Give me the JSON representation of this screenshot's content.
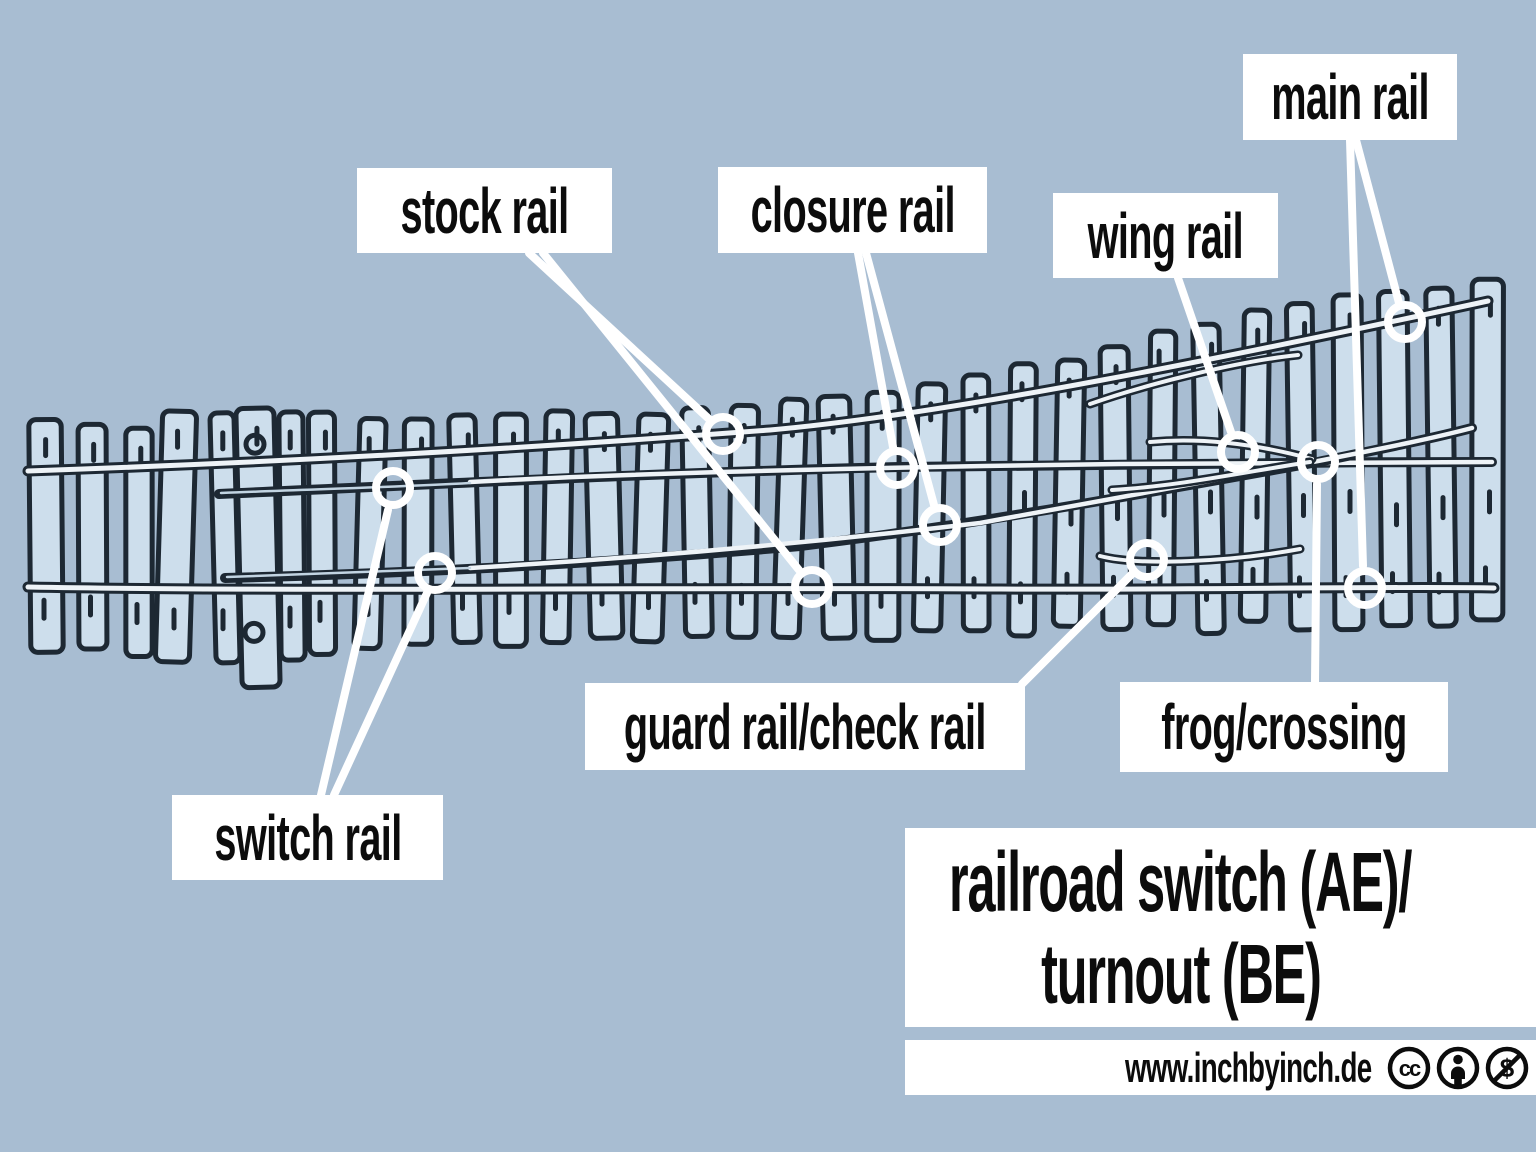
{
  "title": {
    "line1": "railroad switch (AE)/",
    "line2": "turnout (BE)"
  },
  "footer": {
    "url": "www.inchbyinch.de",
    "license_icons": [
      "cc-icon",
      "attribution-icon",
      "noncommercial-icon"
    ]
  },
  "diagram": {
    "subject": "railroad turnout top view, hand-drawn",
    "labels": [
      {
        "id": "main-rail",
        "text": "main rail"
      },
      {
        "id": "stock-rail",
        "text": "stock rail"
      },
      {
        "id": "closure-rail",
        "text": "closure rail"
      },
      {
        "id": "wing-rail",
        "text": "wing rail"
      },
      {
        "id": "guard-rail",
        "text": "guard rail/check rail"
      },
      {
        "id": "frog-crossing",
        "text": "frog/crossing"
      },
      {
        "id": "switch-rail",
        "text": "switch rail"
      }
    ],
    "colors": {
      "background": "#a8bdd2",
      "tie_fill": "#cddeec",
      "line_dark": "#1d2833",
      "rail_light": "#eef3f7",
      "label_bg": "#ffffff",
      "label_text": "#0c0c0c",
      "leader": "#ffffff"
    }
  }
}
